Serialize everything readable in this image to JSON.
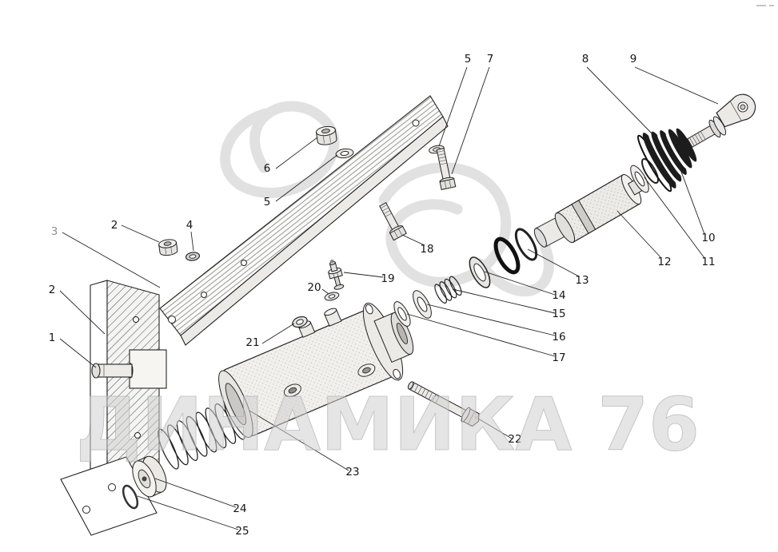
{
  "watermark": {
    "text": "ДИНАМИКА 76",
    "color": "#cfcfcf"
  },
  "colors": {
    "ink": "#1a1a1a",
    "paper": "#ffffff",
    "boot": "#1c1c1c"
  },
  "diagram": {
    "callouts": [
      {
        "label": "5"
      },
      {
        "label": "7"
      },
      {
        "label": "8"
      },
      {
        "label": "9"
      },
      {
        "label": "6"
      },
      {
        "label": "5"
      },
      {
        "label": "2"
      },
      {
        "label": "4"
      },
      {
        "label": "3"
      },
      {
        "label": "18"
      },
      {
        "label": "10"
      },
      {
        "label": "11"
      },
      {
        "label": "12"
      },
      {
        "label": "13"
      },
      {
        "label": "19"
      },
      {
        "label": "20"
      },
      {
        "label": "14"
      },
      {
        "label": "15"
      },
      {
        "label": "16"
      },
      {
        "label": "17"
      },
      {
        "label": "2"
      },
      {
        "label": "1"
      },
      {
        "label": "21"
      },
      {
        "label": "22"
      },
      {
        "label": "23"
      },
      {
        "label": "24"
      },
      {
        "label": "25"
      }
    ]
  }
}
